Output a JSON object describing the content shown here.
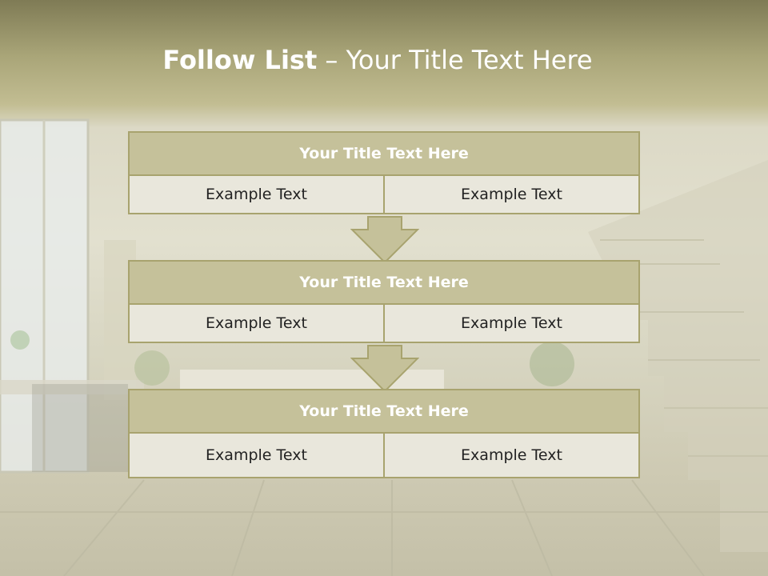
{
  "slide": {
    "title_bold": "Follow List",
    "title_rest": " – Your Title Text Here"
  },
  "blocks": [
    {
      "header": "Your Title Text Here",
      "left": "Example Text",
      "right": "Example Text"
    },
    {
      "header": "Your Title Text Here",
      "left": "Example Text",
      "right": "Example Text"
    },
    {
      "header": "Your Title Text Here",
      "left": "Example Text",
      "right": "Example Text"
    }
  ],
  "colors": {
    "header_fill": "#c5c19a",
    "border": "#a8a36e",
    "cell_fill": "#e9e7dc",
    "arrow_fill": "#c5c19a"
  }
}
